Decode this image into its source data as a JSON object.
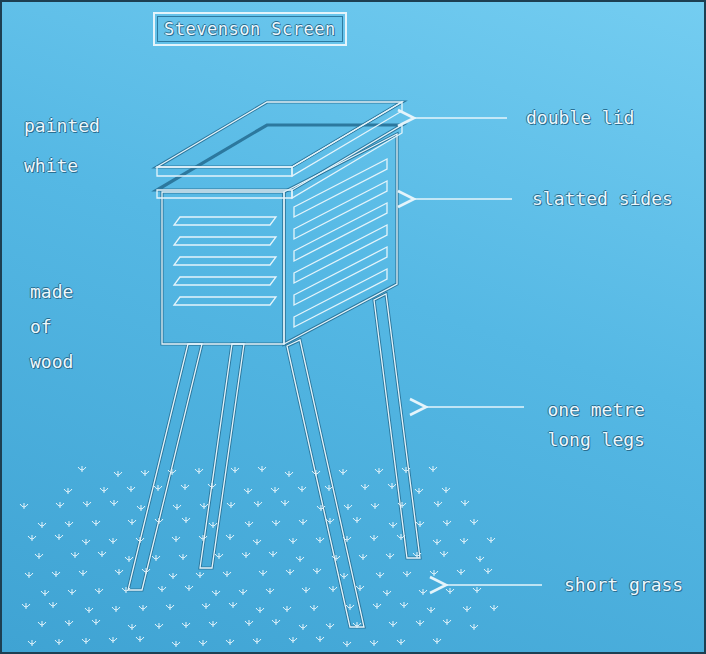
{
  "diagram": {
    "title": "Stevenson Screen",
    "labels": [
      "painted white",
      "made of wood",
      "double lid",
      "slatted sides",
      "one metre long legs",
      "short grass"
    ]
  }
}
